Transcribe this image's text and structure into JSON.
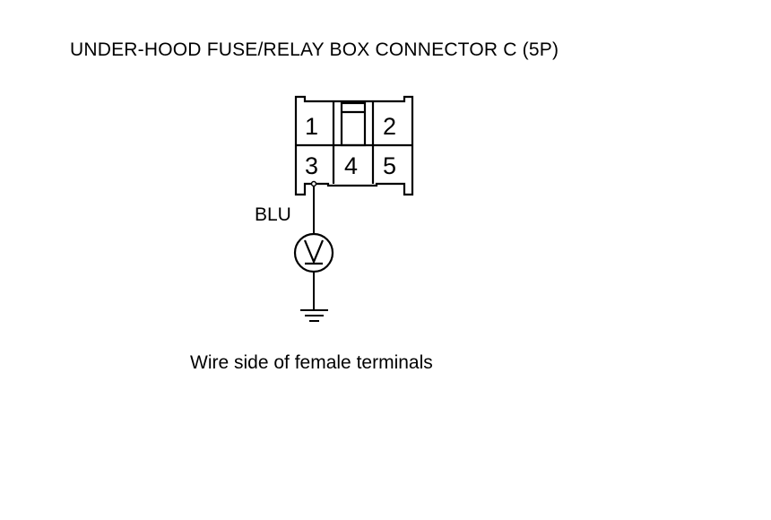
{
  "title": "UNDER-HOOD FUSE/RELAY BOX CONNECTOR C (5P)",
  "caption": "Wire side of female terminals",
  "wire_color": "BLU",
  "connector": {
    "pins": [
      "1",
      "2",
      "3",
      "4",
      "5"
    ]
  },
  "meter_symbol": "V",
  "line_color": "#000000"
}
